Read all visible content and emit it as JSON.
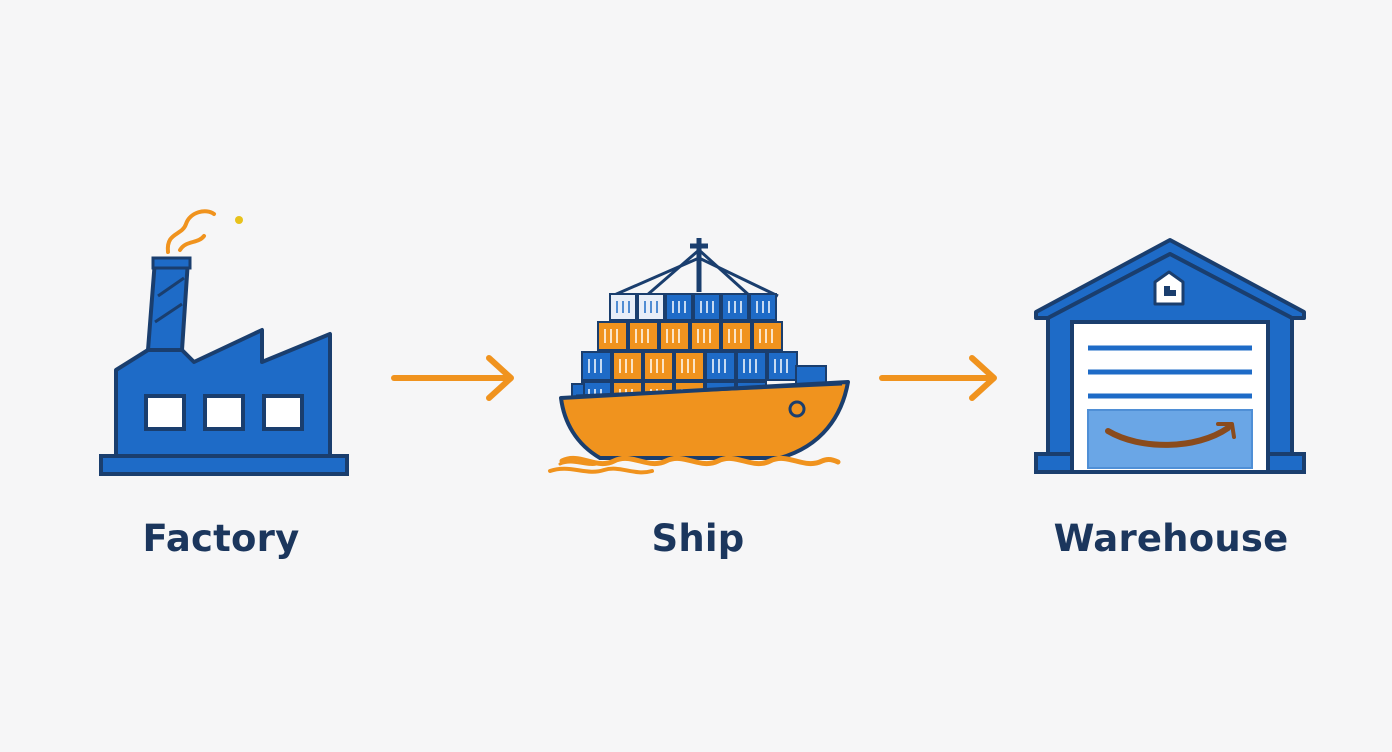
{
  "steps": [
    {
      "label": "Factory",
      "icon": "factory-icon"
    },
    {
      "label": "Ship",
      "icon": "cargo-ship-icon"
    },
    {
      "label": "Warehouse",
      "icon": "warehouse-icon"
    }
  ],
  "connectors": [
    {
      "icon": "arrow-right-icon"
    },
    {
      "icon": "arrow-right-icon"
    }
  ],
  "colors": {
    "background": "#f6f6f7",
    "primary_blue": "#1e6bc7",
    "outline_navy": "#1a3e6e",
    "accent_orange": "#f0931e",
    "label_text": "#1b365d",
    "door_light_blue": "#6aa6e6",
    "smile_brown": "#8a4b1c"
  }
}
